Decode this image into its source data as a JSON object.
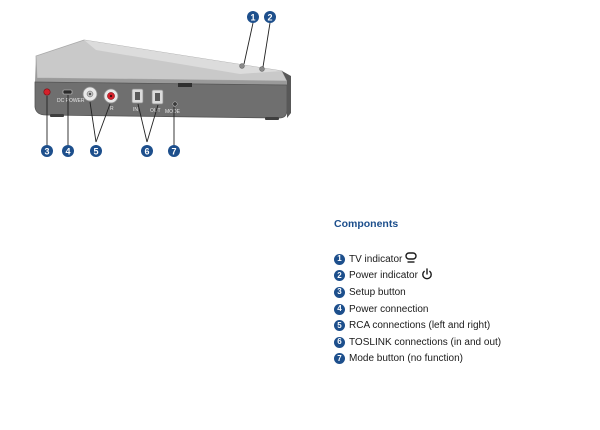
{
  "figure": {
    "callouts": [
      "1",
      "2",
      "3",
      "4",
      "5",
      "6",
      "7"
    ],
    "device_labels": {
      "power": "DC POWER",
      "r": "R",
      "in": "IN",
      "out": "OUT",
      "mode": "MODE"
    }
  },
  "components": {
    "heading": "Components",
    "items": [
      {
        "num": "1",
        "label": "TV indicator",
        "icon": "tv-icon"
      },
      {
        "num": "2",
        "label": "Power indicator",
        "icon": "power-icon"
      },
      {
        "num": "3",
        "label": "Setup button"
      },
      {
        "num": "4",
        "label": "Power connection"
      },
      {
        "num": "5",
        "label": "RCA connections (left and right)"
      },
      {
        "num": "6",
        "label": "TOSLINK connections (in and out)"
      },
      {
        "num": "7",
        "label": "Mode button (no function)"
      }
    ]
  },
  "colors": {
    "accent": "#1d4f8c",
    "device_top": "#bfbfbf",
    "device_front": "#6f6f6f"
  }
}
